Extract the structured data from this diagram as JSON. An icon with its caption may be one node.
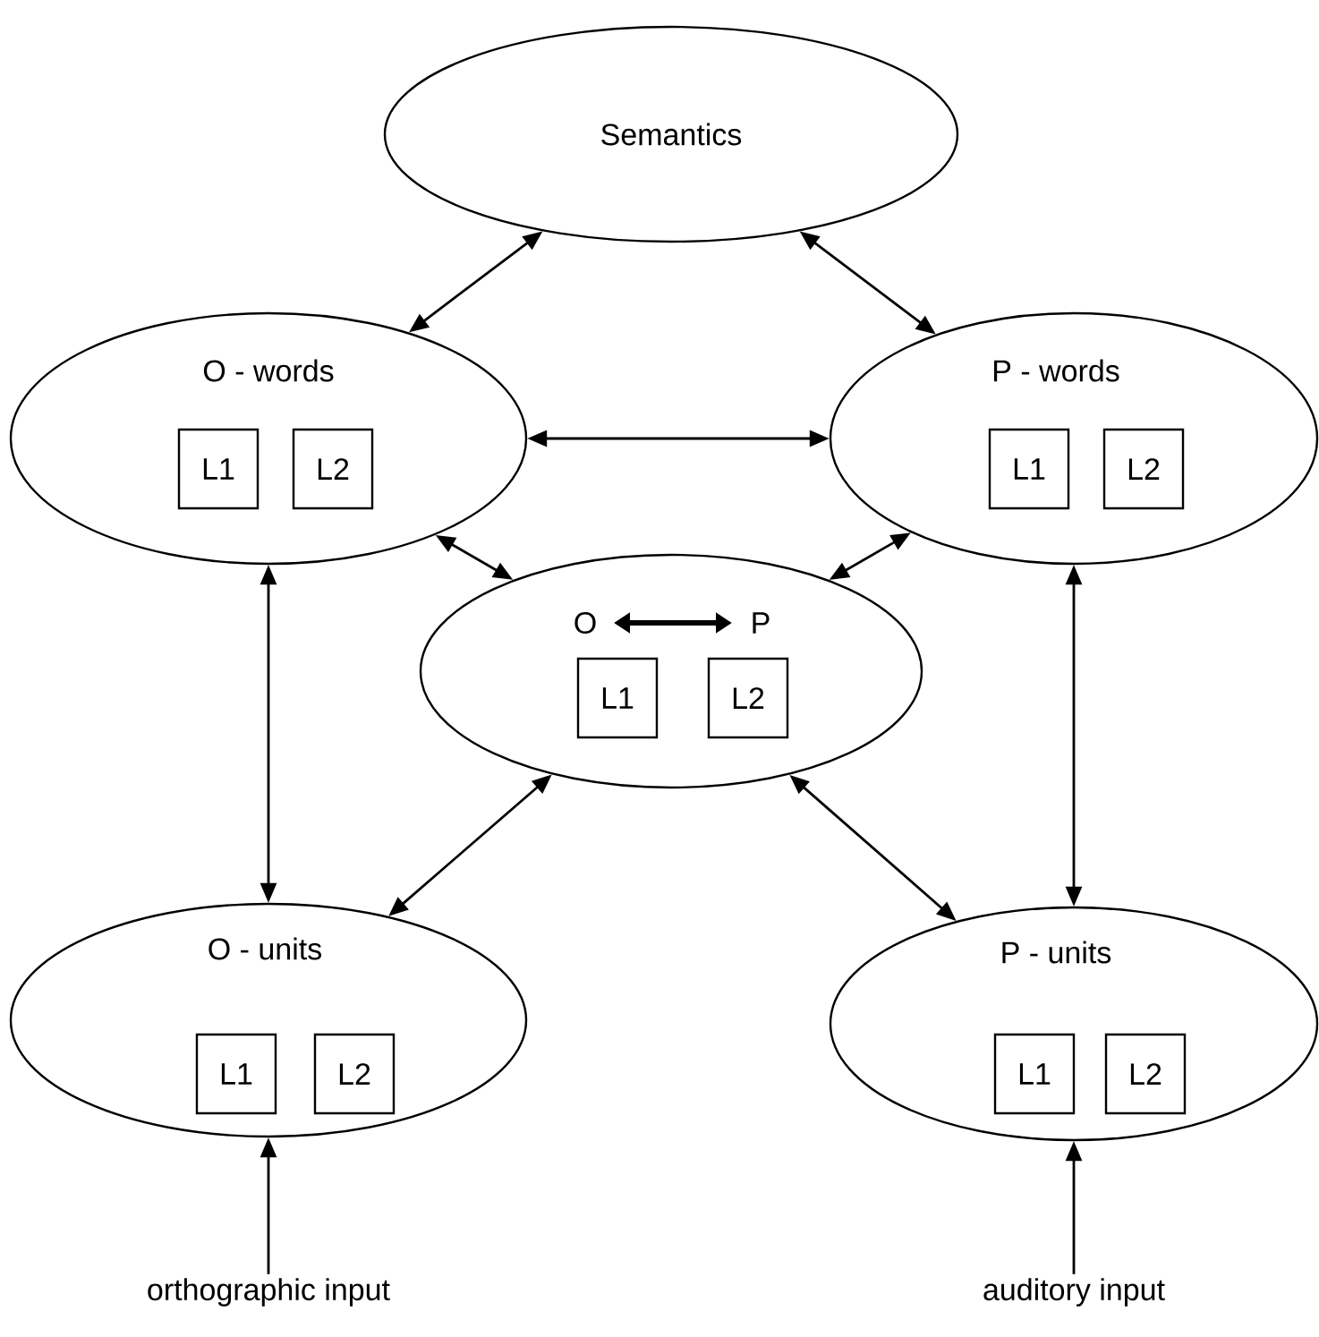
{
  "diagram": {
    "nodes": [
      {
        "text": [
          "Semantics"
        ]
      },
      {
        "text": [
          "O - words"
        ]
      },
      {
        "text": [
          "L1"
        ],
        "in": 1
      },
      {
        "text": [
          "L2"
        ],
        "in": 1
      },
      {
        "text": [
          "P - words"
        ]
      },
      {
        "text": [
          "L1"
        ],
        "in": 4
      },
      {
        "text": [
          "L2"
        ],
        "in": 4
      },
      {
        "text": [
          "O",
          "P"
        ]
      },
      {
        "text": [
          "L1"
        ],
        "in": 7
      },
      {
        "text": [
          "L2"
        ],
        "in": 7
      },
      {
        "text": [
          "O - units"
        ]
      },
      {
        "text": [
          "L1"
        ],
        "in": 10
      },
      {
        "text": [
          "L2"
        ],
        "in": 10
      },
      {
        "text": [
          "P - units"
        ]
      },
      {
        "text": [
          "L1"
        ],
        "in": 13
      },
      {
        "text": [
          "L2"
        ],
        "in": 13
      },
      {
        "text": [
          "orthographic input"
        ]
      },
      {
        "text": [
          "auditory input"
        ]
      }
    ],
    "edges": [
      {
        "from": 0,
        "to": 1,
        "arrow": "both"
      },
      {
        "from": 0,
        "to": 4,
        "arrow": "both"
      },
      {
        "from": 1,
        "to": 4,
        "arrow": "both"
      },
      {
        "from": 1,
        "to": 7,
        "arrow": "both"
      },
      {
        "from": 4,
        "to": 7,
        "arrow": "both"
      },
      {
        "from": 1,
        "to": 10,
        "arrow": "both"
      },
      {
        "from": 4,
        "to": 13,
        "arrow": "both"
      },
      {
        "from": 7,
        "to": 10,
        "arrow": "both"
      },
      {
        "from": 7,
        "to": 13,
        "arrow": "both"
      },
      {
        "from": 16,
        "to": 10,
        "arrow": "to"
      },
      {
        "from": 17,
        "to": 13,
        "arrow": "to"
      }
    ]
  }
}
